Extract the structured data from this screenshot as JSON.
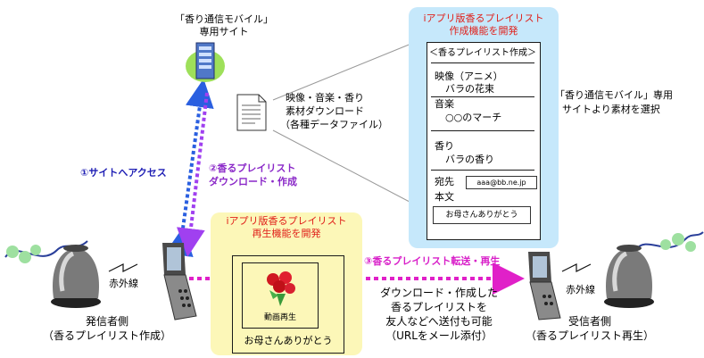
{
  "site": {
    "title": "「香り通信モバイル」",
    "subtitle": "専用サイト"
  },
  "material": {
    "line1": "映像・音楽・香り",
    "line2": "素材ダウンロード",
    "line3": "（各種データファイル）"
  },
  "create_panel": {
    "title_line1": "iアプリ版香るプレイリスト",
    "title_line2": "作成機能を開発",
    "screen_title": "＜香るプレイリスト作成＞",
    "video_label": "映像（アニメ）",
    "video_value": "バラの花束",
    "music_label": "音楽",
    "music_value": "○○のマーチ",
    "scent_label": "香り",
    "scent_value": "バラの香り",
    "to_label": "宛先",
    "to_value": "aaa@bb.ne.jp",
    "body_label": "本文",
    "body_value": "お母さんありがとう"
  },
  "brace_note": {
    "line1": "「香り通信モバイル」専用",
    "line2": "サイトより素材を選択"
  },
  "steps": {
    "step1": "①サイトへアクセス",
    "step2_line1": "②香るプレイリスト",
    "step2_line2": "ダウンロード・作成",
    "step3": "③香るプレイリスト転送・再生"
  },
  "play_panel": {
    "title_line1": "iアプリ版香るプレイリスト",
    "title_line2": "再生機能を開発",
    "video_caption": "動画再生",
    "message": "お母さんありがとう"
  },
  "forward_note": {
    "line1": "ダウンロード・作成した",
    "line2": "香るプレイリストを",
    "line3": "友人などへ送付も可能",
    "line4": "（URLをメール添付）"
  },
  "sender": {
    "ir": "赤外線",
    "line1": "発信者側",
    "line2": "（香るプレイリスト作成）"
  },
  "receiver": {
    "ir": "赤外線",
    "line1": "受信者側",
    "line2": "（香るプレイリスト再生）"
  },
  "colors": {
    "create_bg": "#c6e8fb",
    "play_bg": "#fcf7b8",
    "step1": "#1e1eb4",
    "step2": "#8a28c8",
    "step3": "#d81ec8",
    "title_red": "#e0201a"
  }
}
